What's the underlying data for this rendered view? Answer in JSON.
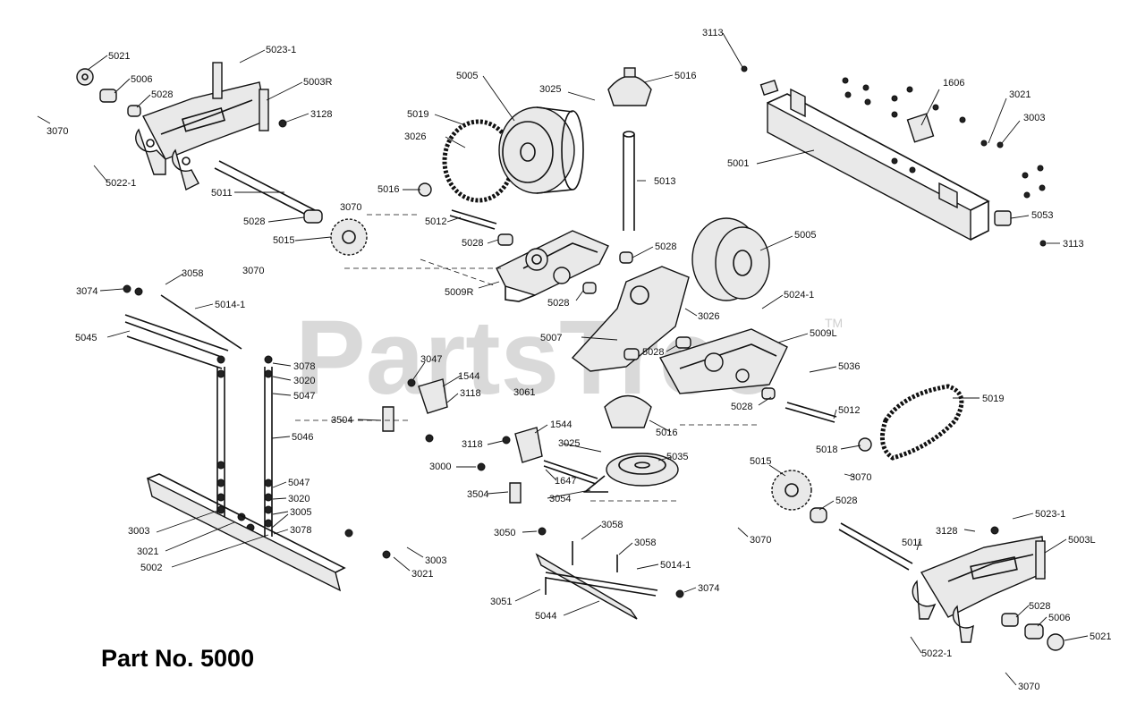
{
  "watermark": {
    "text": "PartsTree",
    "tm": "TM"
  },
  "title": "Part No. 5000",
  "callouts": [
    "5023-1",
    "5021",
    "5006",
    "5028",
    "5003R",
    "3070",
    "3128",
    "5022-1",
    "5005",
    "3025",
    "5016",
    "5019",
    "3026",
    "5011",
    "5016",
    "5028",
    "3070",
    "5015",
    "3070",
    "5012",
    "5028",
    "5013",
    "5009R",
    "5028",
    "5028",
    "3113",
    "1606",
    "3021",
    "3003",
    "5001",
    "5053",
    "3113",
    "5005",
    "5024-1",
    "3026",
    "5009L",
    "5007",
    "5028",
    "3074",
    "3058",
    "5014-1",
    "5045",
    "3078",
    "3020",
    "5047",
    "3047",
    "1544",
    "3118",
    "3061",
    "5036",
    "5019",
    "3504",
    "5046",
    "1544",
    "3118",
    "5016",
    "3025",
    "5028",
    "5012",
    "5018",
    "3000",
    "5035",
    "1647",
    "3070",
    "3504",
    "5047",
    "3054",
    "3020",
    "5015",
    "5028",
    "3003",
    "3005",
    "3078",
    "3021",
    "5002",
    "3050",
    "3058",
    "3058",
    "3003",
    "3021",
    "5014-1",
    "3051",
    "5044",
    "3074",
    "3070",
    "3128",
    "5023-1",
    "5011",
    "5003L",
    "5028",
    "5006",
    "5021",
    "5022-1",
    "3070"
  ]
}
